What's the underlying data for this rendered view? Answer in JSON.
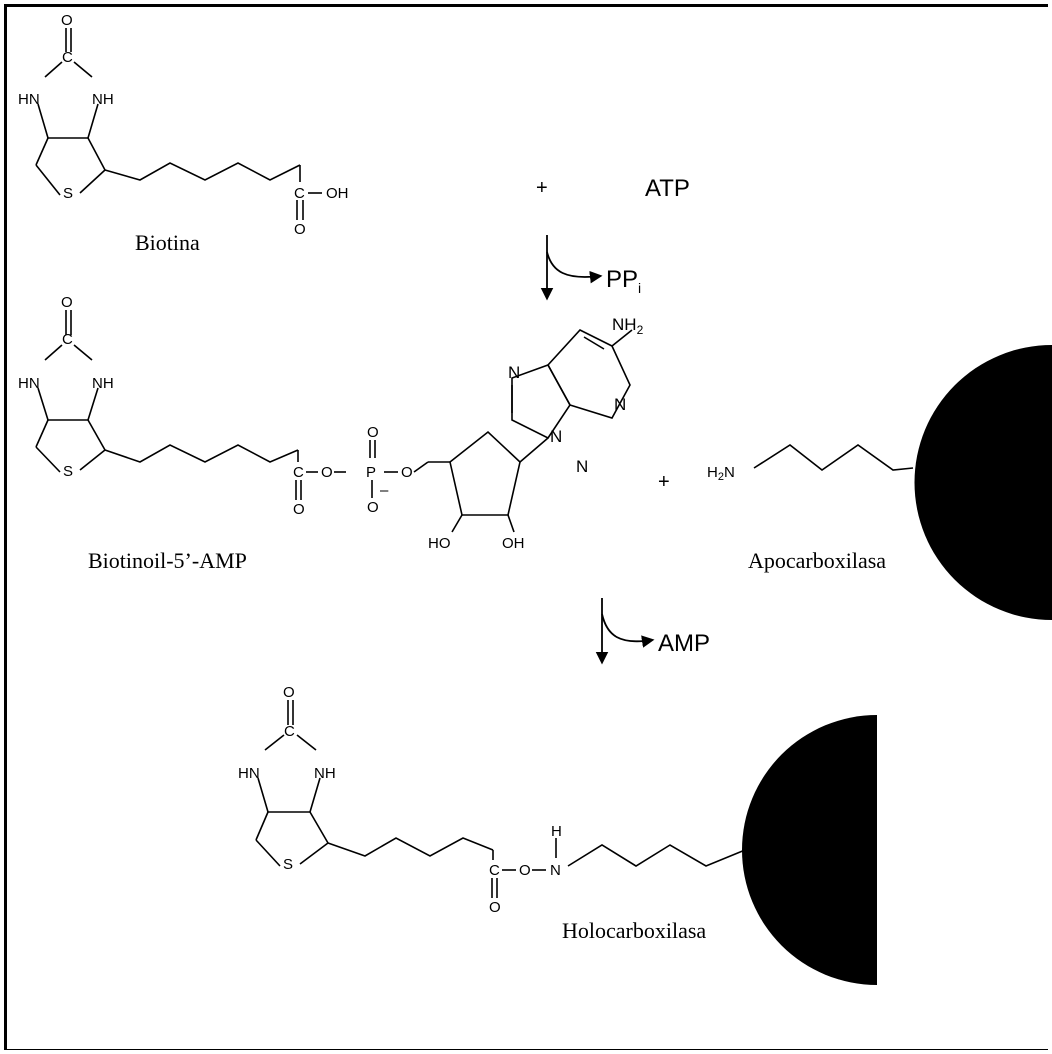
{
  "labels": {
    "biotin": "Biotina",
    "biotinoyl_amp": "Biotinoil-5’-AMP",
    "apocarboxylase": "Apocarboxilasa",
    "holocarboxylase": "Holocarboxilasa",
    "atp": "ATP",
    "ppi": "PP",
    "ppi_sub": "i",
    "amp": "AMP",
    "plus": "+"
  },
  "atoms": {
    "O": "O",
    "HN": "HN",
    "NH": "NH",
    "S": "S",
    "C": "C",
    "OH": "OH",
    "HO": "HO",
    "P": "P",
    "N": "N",
    "H": "H",
    "NH2": "NH",
    "sub2": "2",
    "H2N": "H",
    "minus": "–"
  },
  "colors": {
    "ink": "#000000",
    "background": "#ffffff"
  }
}
